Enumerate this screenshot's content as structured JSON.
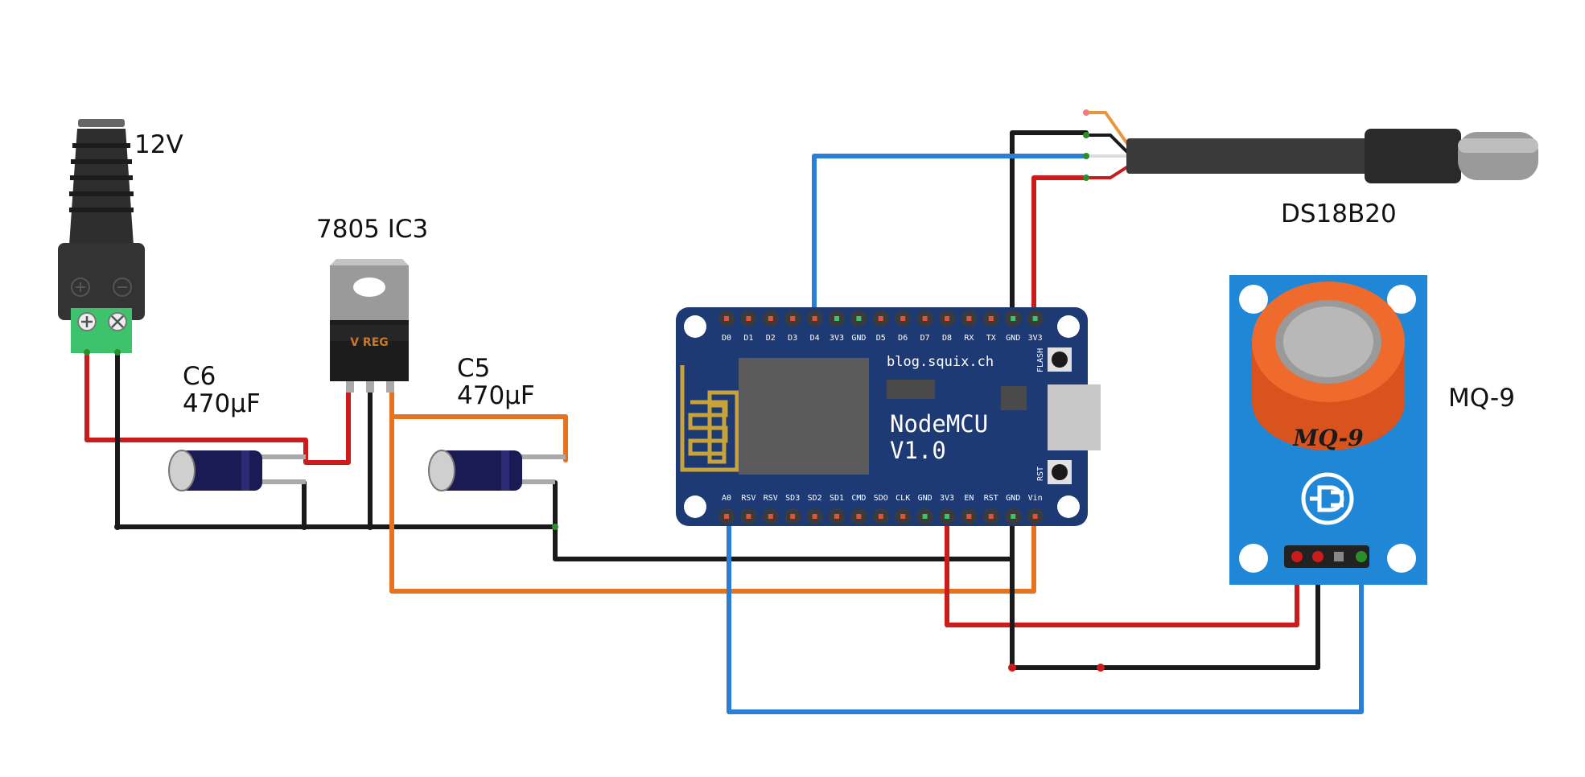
{
  "labels": {
    "power_jack": "12V",
    "regulator": "7805 IC3",
    "c6_name": "C6",
    "c6_value": "470μF",
    "c5_name": "C5",
    "c5_value": "470μF",
    "temp_sensor": "DS18B20",
    "gas_sensor": "MQ-9"
  },
  "regulator_marking": "V REG",
  "gas_sensor_marking": "MQ-9",
  "nodemcu": {
    "url": "blog.squix.ch",
    "name_line1": "NodeMCU",
    "name_line2": "V1.0",
    "flash_label": "FLASH",
    "rst_label": "RST",
    "top_pins": [
      "D0",
      "D1",
      "D2",
      "D3",
      "D4",
      "3V3",
      "GND",
      "D5",
      "D6",
      "D7",
      "D8",
      "RX",
      "TX",
      "GND",
      "3V3"
    ],
    "bottom_pins": [
      "A0",
      "RSV",
      "RSV",
      "SD3",
      "SD2",
      "SD1",
      "CMD",
      "SDO",
      "CLK",
      "GND",
      "3V3",
      "EN",
      "RST",
      "GND",
      "Vin"
    ]
  },
  "colors": {
    "board_blue": "#1d3a74",
    "sensor_blue": "#1f87d6",
    "sensor_orange": "#ef6a2d",
    "wire_red": "#cc1b1b",
    "wire_black": "#1a1a1a",
    "wire_blue": "#2a7fd4",
    "wire_orange": "#e8731f",
    "terminal_green": "#3cc36b",
    "capacitor": "#1a1a55"
  }
}
